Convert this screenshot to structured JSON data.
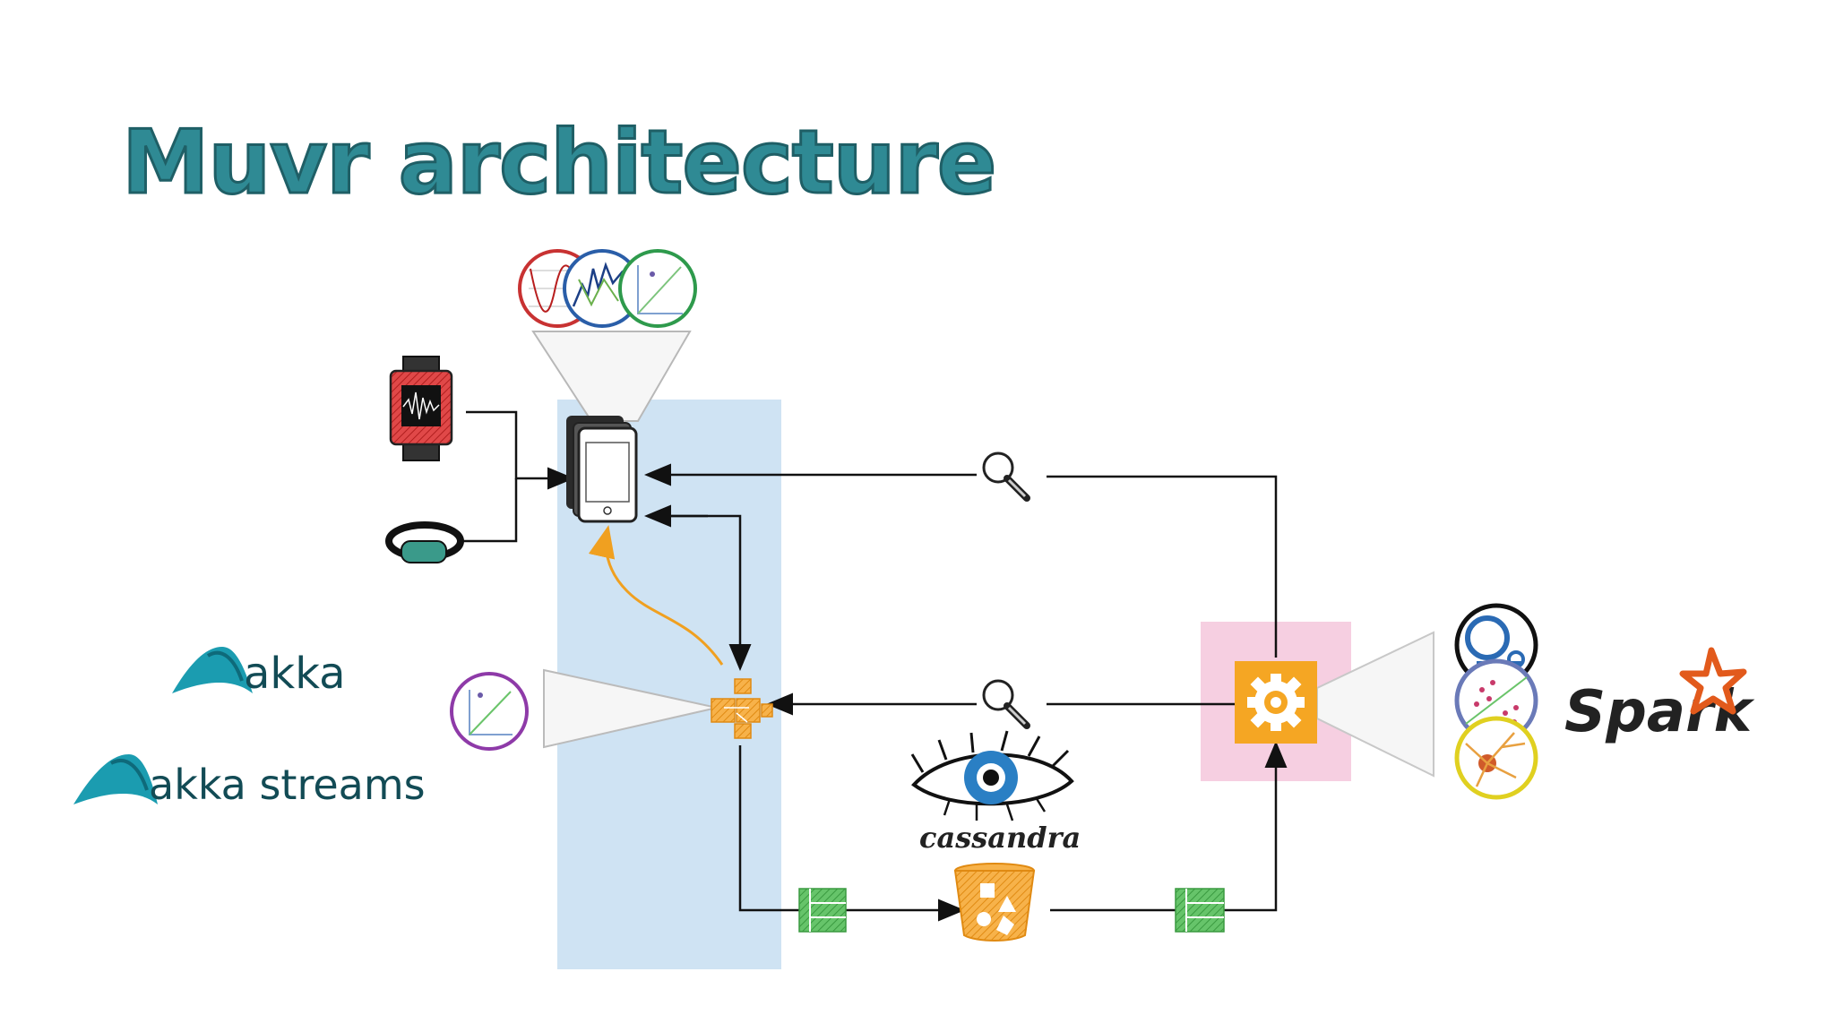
{
  "title": "Muvr architecture",
  "logos": {
    "akka": "akka",
    "akka_streams": "akka streams",
    "cassandra": "cassandra",
    "spark": "Spark"
  },
  "colors": {
    "title_fill": "#2f8a94",
    "title_stroke": "#1f5f66",
    "akka_teal": "#1b9cb0",
    "akka_text": "#124b55",
    "device_zone": "#cfe3f3",
    "compute_zone": "#f6cfe1",
    "actor_orange": "#f5a623",
    "storage_green": "#4caf50",
    "cassandra_blue": "#2a7fc4",
    "spark_orange": "#e25a1c",
    "arrow": "#111111",
    "orange_arrow": "#f0a020"
  },
  "icons": [
    "smartwatch-icon",
    "wristband-icon",
    "smartphone-icon",
    "chart-circle-red-icon",
    "chart-circle-blue-icon",
    "chart-circle-green-icon",
    "chart-circle-purple-icon",
    "actor-cluster-icon",
    "magnifier-icon",
    "gear-icon",
    "storage-queue-icon",
    "bucket-icon",
    "eye-icon",
    "ml-model-circle-icon"
  ]
}
